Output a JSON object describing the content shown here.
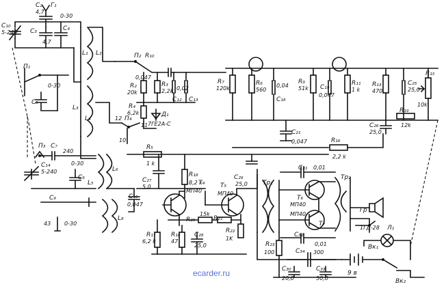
{
  "labels": {
    "c2": "C₂",
    "c2v": "4,7",
    "g1": "Γ₁",
    "c10": "C₁₀",
    "c10v": "5-240",
    "c3": "C₃",
    "c4": "C₄",
    "c4v": "4,7",
    "c_top": "0-30",
    "l1": "L₁",
    "l2": "L₂",
    "l3": "L₃",
    "l4": "L₄",
    "p1": "Π₁",
    "c5": "C₅",
    "c_mid": "0-30",
    "p2": "Π₂",
    "r10": "R₁₀",
    "c_047a": "0,047",
    "r2": "R₂",
    "r2v": "20k",
    "r3": "R₃",
    "r3v": "2,2k",
    "c_002": "0,02",
    "c12": "C₁₂",
    "c13": "C₁₃",
    "r4": "R₄",
    "r4v": "6,2k",
    "d1": "Д₁",
    "d1v": "7ГЕ2А-С",
    "p4": "Π₄",
    "n12": "12",
    "n10": "10",
    "n11": "11",
    "r7": "R₇",
    "r7v": "120k",
    "r6": "R₆",
    "r6v": "560",
    "c18": "C₁₈",
    "c_04": "0,04",
    "r9": "R₉",
    "r9v": "51k",
    "c19": "C₁₉",
    "c19v": "0,047",
    "r11": "R₁₁",
    "r11v": "1 k",
    "r13": "R₁₃",
    "r13v": "470",
    "c25": "C₂₅",
    "c25v": "25,0",
    "r15": "R₁₅",
    "r15v": "10k",
    "r19": "R₁₉",
    "r19v": "12k",
    "c26": "C₂₆",
    "c26v": "25,0",
    "c21": "C₂₁",
    "c21v": "0,047",
    "r16": "R₁₆",
    "r16v": "2,2 k",
    "p3": "Π₃",
    "c7": "C₇",
    "c7v": "240",
    "c_l5": "0-30",
    "c14": "C₁₄",
    "c14v": "5-240",
    "c6": "C₆",
    "l5": "L₅",
    "l6": "L₆",
    "r5": "R₅",
    "r5v": "1 k",
    "c27": "C₂₇",
    "c27v": "5,0",
    "c9": "C₉",
    "c16": "C₁₆",
    "c16v": "0,047",
    "c43": "43",
    "c_bot": "0-30",
    "l8": "L₈",
    "r18": "R₁₈",
    "r18v": "8,2 k",
    "t4": "T₄",
    "t4v": "МП40",
    "t5": "T₅",
    "t5v": "МП40",
    "c29": "C₂₉",
    "c29v": "25,0",
    "r20": "R₂₀",
    "r20v": "15k",
    "r21": "R₂₁",
    "r22": "R₂₂",
    "r22v": "1K",
    "c28": "C₂₈",
    "c28v": "25,0",
    "r17": "R₁₇",
    "r17v": "6,2 k",
    "r18b": "R₁₈",
    "r18bv": "47",
    "c31": "C₃₁",
    "c31v": "0,01",
    "tp1": "Tp₁",
    "tp2": "Tp₂",
    "t6": "T₆",
    "t6v": "МП40",
    "t7": "T₇",
    "t7v": "МП40",
    "c32": "C₃₂",
    "c32v": "0,01",
    "gr": "Гр",
    "gd": "1ГД-28",
    "l1lamp": "Л₁",
    "vk1": "Вк₁",
    "vk2": "Вк₂",
    "r23": "R₂₃",
    "r23v": "100",
    "c34": "C₃₄",
    "c34v": "300",
    "c30": "C₃₀",
    "c30v": "20,0",
    "c33": "C₃₃",
    "c33v": "50,0",
    "batt": "9 в",
    "watermark": "ecarder.ru"
  }
}
